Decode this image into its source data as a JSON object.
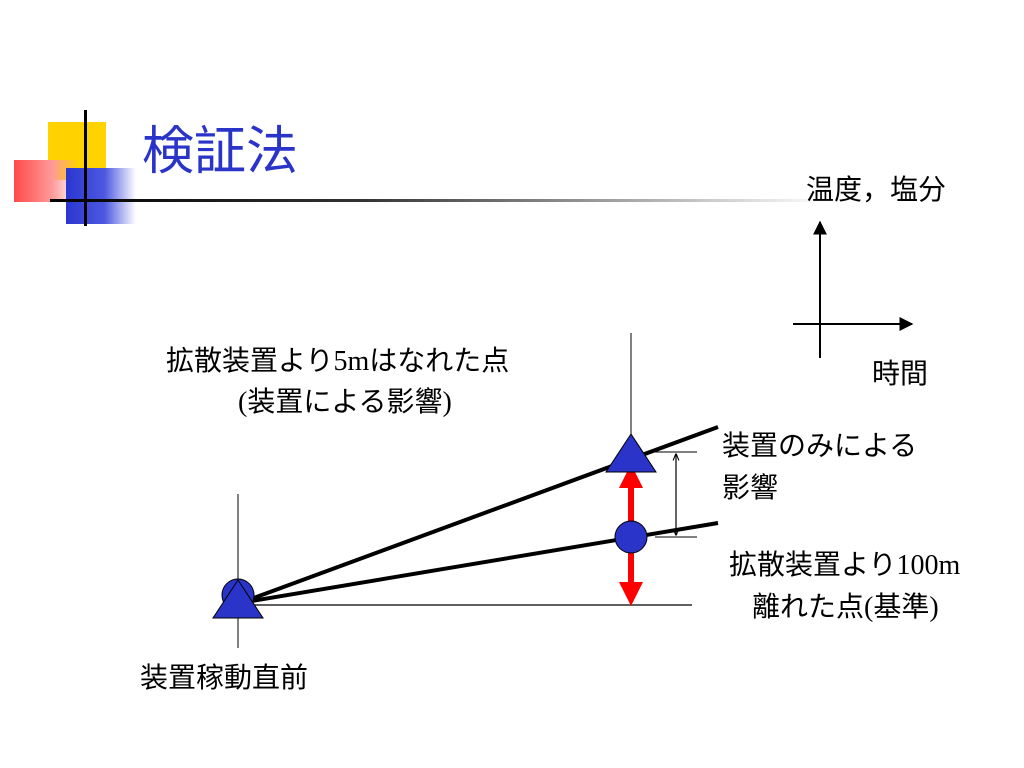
{
  "slide": {
    "title": "検証法"
  },
  "axis_inset": {
    "y_label": "温度，塩分",
    "x_label": "時間"
  },
  "labels": {
    "point_5m": {
      "line1_a": "拡散装置より",
      "line1_b": "5m",
      "line1_c": "はなれた点",
      "line2_a": "(",
      "line2_b": "装置による影響",
      "line2_c": ")"
    },
    "device_only": {
      "line1": "装置のみによる",
      "line2": "影響"
    },
    "point_100m": {
      "line1_a": "拡散装置より",
      "line1_b": "100m",
      "line2_a": "離れた点",
      "line2_b": "(",
      "line2_c": "基準",
      "line2_d": ")"
    },
    "before_operation": "装置稼動直前"
  },
  "colors": {
    "title": "#2a34c8",
    "marker_fill": "#2a34c8",
    "arrow": "#ff0000",
    "accent_yellow": "#ffd200",
    "accent_red": "#ff4a4a"
  },
  "icons": {
    "triangle_marker": "triangle-marker-icon",
    "circle_marker": "circle-marker-icon"
  }
}
